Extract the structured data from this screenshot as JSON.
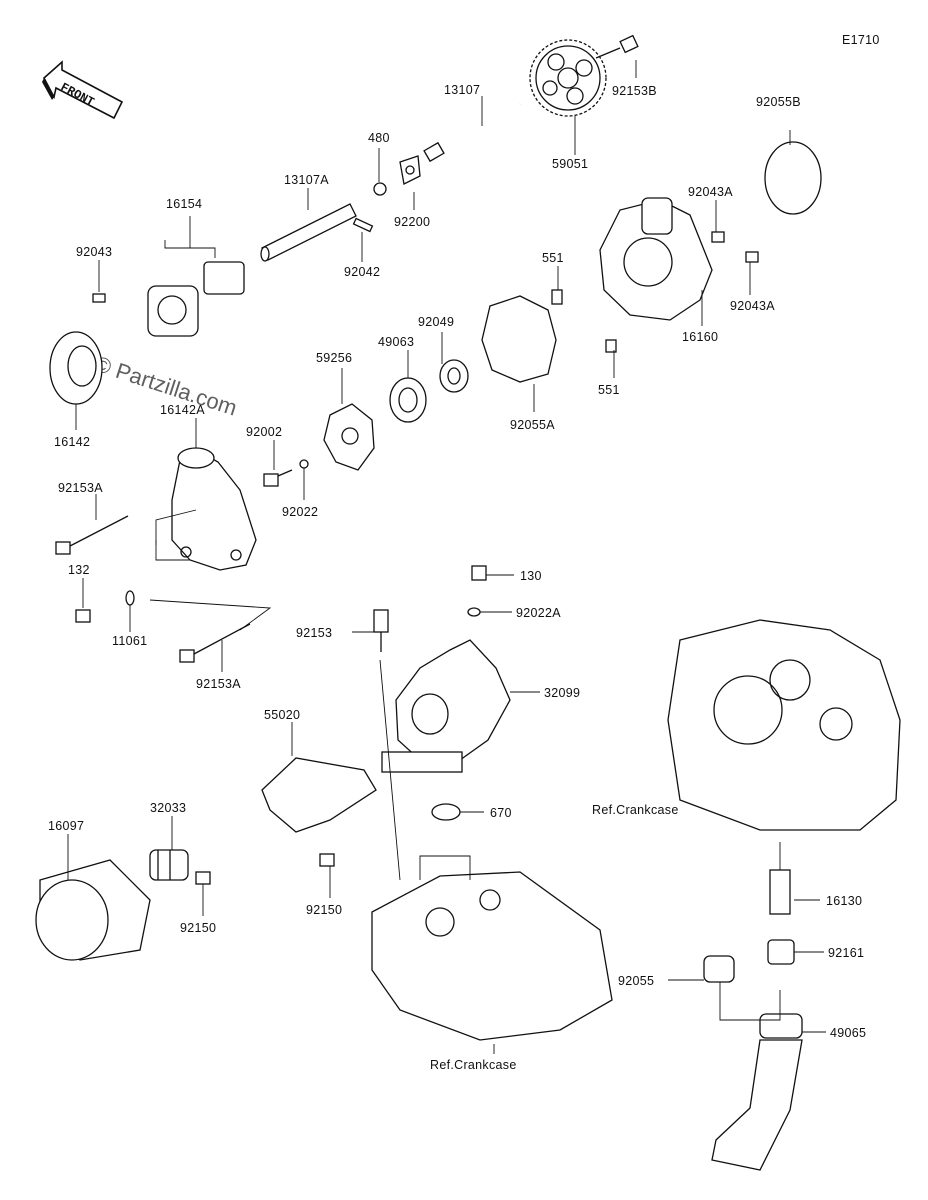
{
  "diagram_code": "E1710",
  "front_label": "FRONT",
  "watermark": "© Partzilla.com",
  "ref_crankcase_right": "Ref.Crankcase",
  "ref_crankcase_bottom": "Ref.Crankcase",
  "labels": {
    "p13107": "13107",
    "p92153B": "92153B",
    "p92055B": "92055B",
    "p480": "480",
    "p59051": "59051",
    "p13107A": "13107A",
    "p16154": "16154",
    "p92200": "92200",
    "p92043A_top": "92043A",
    "p92043": "92043",
    "p92042": "92042",
    "p551_top": "551",
    "p92043A_right": "92043A",
    "p92049": "92049",
    "p59256": "59256",
    "p49063": "49063",
    "p16160": "16160",
    "p16142A": "16142A",
    "p16142": "16142",
    "p92002": "92002",
    "p551_bottom": "551",
    "p92055A": "92055A",
    "p92153A_top": "92153A",
    "p92022": "92022",
    "p132": "132",
    "p130": "130",
    "p11061": "11061",
    "p92022A": "92022A",
    "p92153": "92153",
    "p32099": "32099",
    "p92153A_bottom": "92153A",
    "p55020": "55020",
    "p670": "670",
    "p32033": "32033",
    "p16097": "16097",
    "p92150_left": "92150",
    "p92150_right": "92150",
    "p16130": "16130",
    "p92161": "92161",
    "p92055": "92055",
    "p49065": "49065"
  }
}
